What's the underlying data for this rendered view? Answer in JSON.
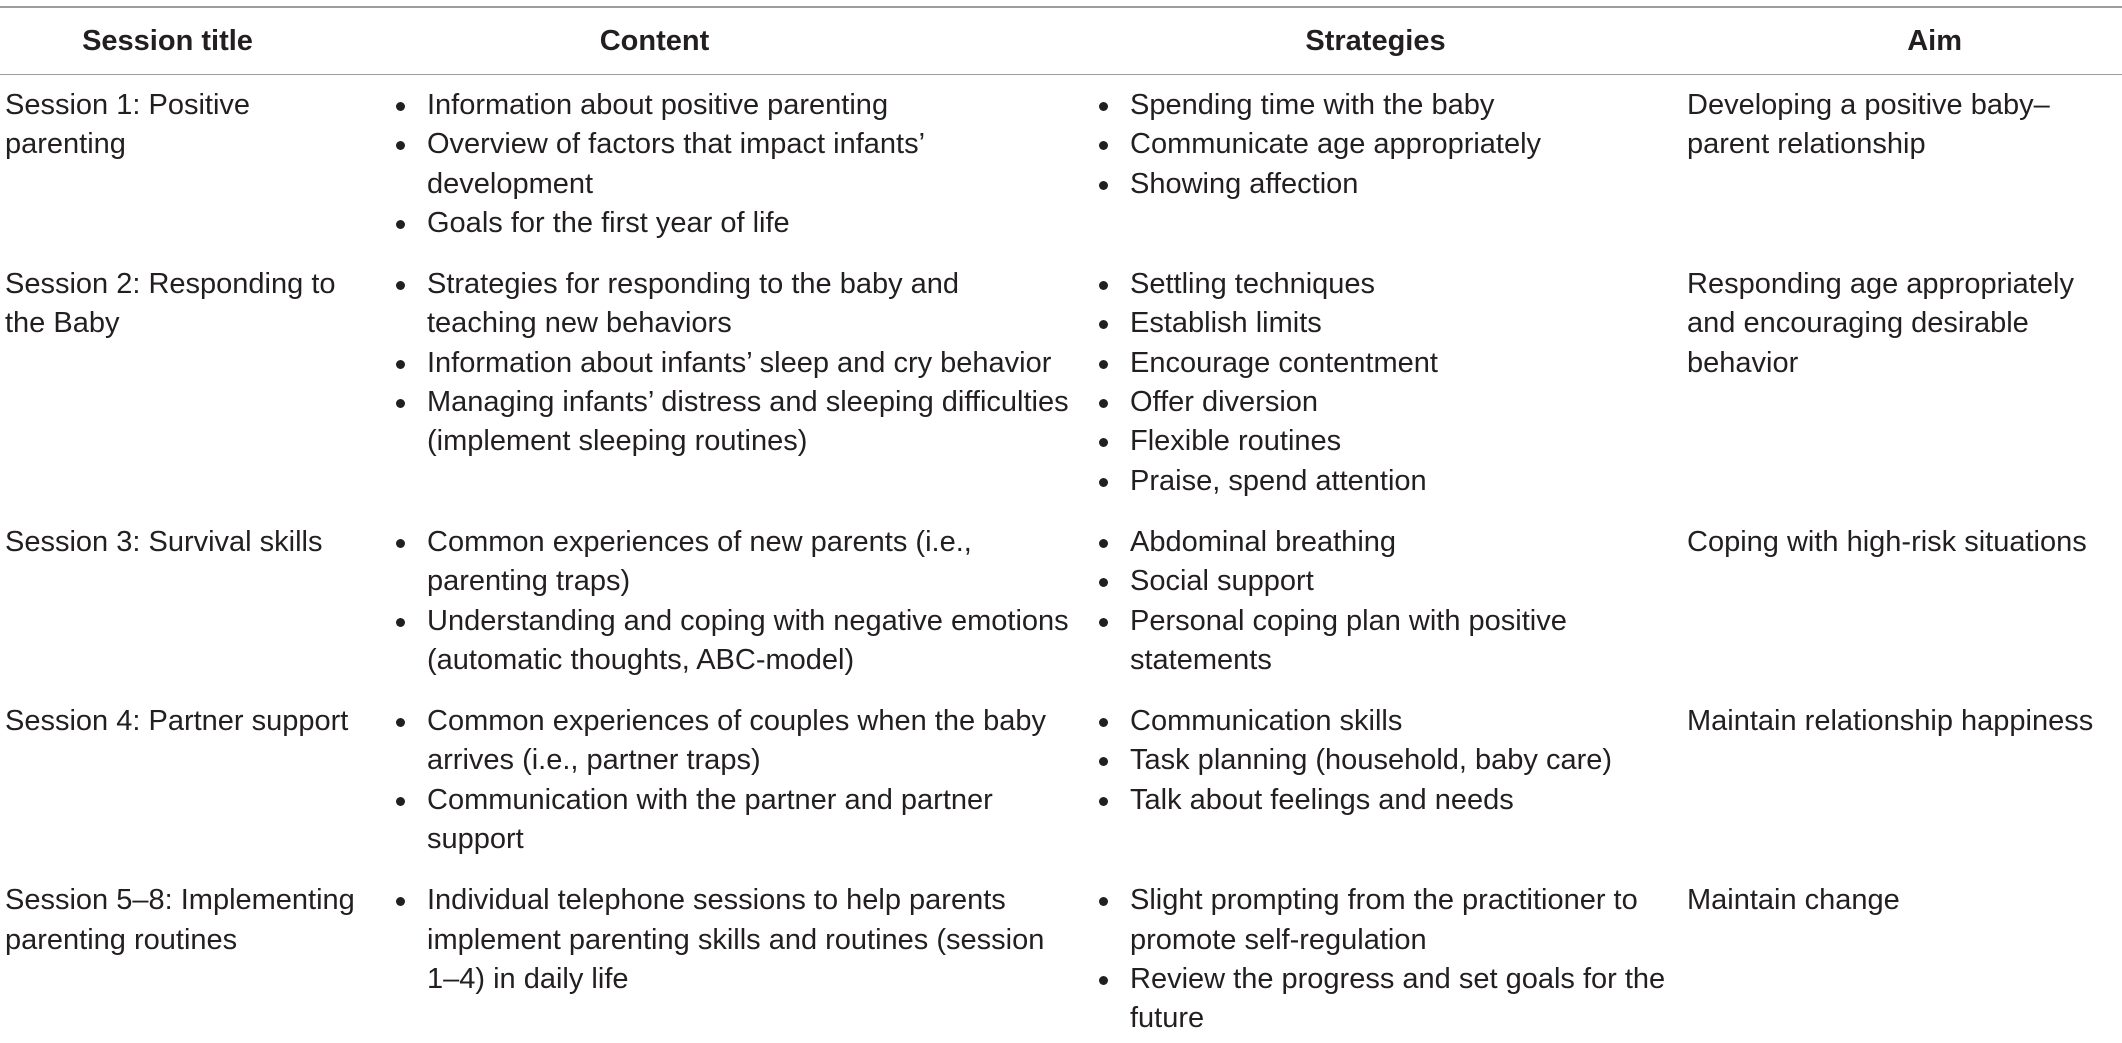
{
  "table": {
    "headers": {
      "session_title": "Session title",
      "content": "Content",
      "strategies": "Strategies",
      "aim": "Aim"
    },
    "rows": [
      {
        "session": "Session 1: Positive parenting",
        "content": [
          "Information about positive parenting",
          "Overview of factors that impact infants’ development",
          "Goals for the first year of life"
        ],
        "strategies": [
          "Spending time with the baby",
          "Communicate age appropriately",
          "Showing affection"
        ],
        "aim": "Developing a positive baby–parent relationship"
      },
      {
        "session": "Session 2: Responding to the Baby",
        "content": [
          "Strategies for responding to the baby and teaching new behaviors",
          "Information about infants’ sleep and cry behavior",
          "Managing infants’ distress and sleeping difficulties (implement sleeping routines)"
        ],
        "strategies": [
          "Settling techniques",
          "Establish limits",
          "Encourage contentment",
          "Offer diversion",
          "Flexible routines",
          "Praise, spend attention"
        ],
        "aim": "Responding age appropriately and encouraging desirable behavior"
      },
      {
        "session": "Session 3: Survival skills",
        "content": [
          "Common experiences of new parents (i.e., parenting traps)",
          "Understanding and coping with negative emotions (automatic thoughts, ABC-model)"
        ],
        "strategies": [
          "Abdominal breathing",
          "Social support",
          "Personal coping plan with positive statements"
        ],
        "aim": "Coping with high-risk situations"
      },
      {
        "session": "Session 4: Partner support",
        "content": [
          "Common experiences of couples when the baby arrives (i.e., partner traps)",
          "Communication with the partner and partner support"
        ],
        "strategies": [
          "Communication skills",
          "Task planning (household, baby care)",
          "Talk about feelings and needs"
        ],
        "aim": "Maintain relationship happiness"
      },
      {
        "session": "Session 5–8: Implementing parenting routines",
        "content": [
          "Individual telephone sessions to help parents implement parenting skills and routines (session 1–4) in daily life"
        ],
        "strategies": [
          "Slight prompting from the practitioner to promote self-regulation",
          "Review the progress and set goals for the future"
        ],
        "aim": "Maintain change"
      }
    ]
  }
}
